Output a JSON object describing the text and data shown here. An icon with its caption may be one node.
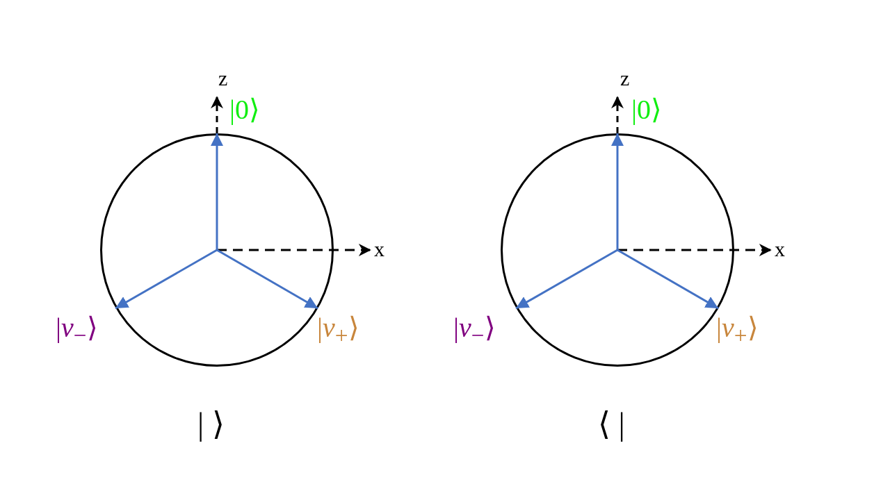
{
  "diagram": {
    "nodes": [
      {
        "text": [],
        "shape": "circle"
      },
      {
        "text": [
          "|0⟩"
        ]
      },
      {
        "text": [
          "|*v*$_{−}$⟩"
        ]
      },
      {
        "text": [
          "|*v*$_{+}$⟩"
        ]
      },
      {
        "text": [],
        "shape": "circle"
      },
      {
        "text": [
          "|0⟩"
        ]
      },
      {
        "text": [
          "|*v*$_{−}$⟩"
        ]
      },
      {
        "text": [
          "|*v*$_{+}$⟩"
        ]
      }
    ],
    "edges": [
      {
        "from": 0,
        "to": 1,
        "arrow": "to"
      },
      {
        "from": 0,
        "to": 2,
        "arrow": "to"
      },
      {
        "from": 0,
        "to": 3,
        "arrow": "to"
      },
      {
        "from": 4,
        "to": 5,
        "arrow": "to"
      },
      {
        "from": 4,
        "to": 6,
        "arrow": "to"
      },
      {
        "from": 4,
        "to": 7,
        "arrow": "to"
      }
    ],
    "labels": [
      "z",
      "z",
      "x",
      "x",
      "| ⟩",
      "⟨ |"
    ]
  }
}
